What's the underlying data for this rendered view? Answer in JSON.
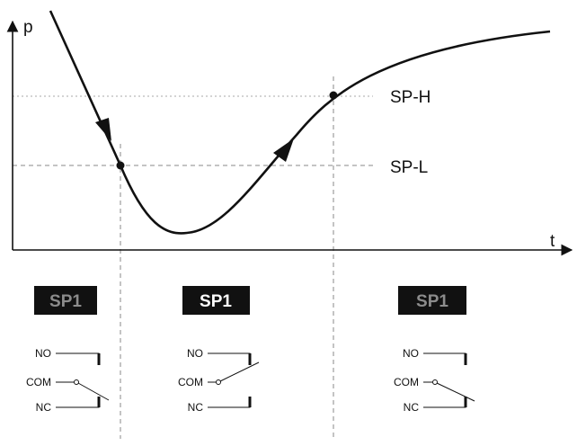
{
  "diagram": {
    "axes": {
      "y_label": "p",
      "x_label": "t"
    },
    "setpoints": {
      "high": "SP-H",
      "low": "SP-L"
    },
    "panels": [
      {
        "badge": "SP1",
        "badge_active": false,
        "switch": {
          "no": "NO",
          "com": "COM",
          "nc": "NC",
          "contact": "closed-to-NC"
        }
      },
      {
        "badge": "SP1",
        "badge_active": true,
        "switch": {
          "no": "NO",
          "com": "COM",
          "nc": "NC",
          "contact": "closed-to-NO"
        }
      },
      {
        "badge": "SP1",
        "badge_active": false,
        "switch": {
          "no": "NO",
          "com": "COM",
          "nc": "NC",
          "contact": "closed-to-NC"
        }
      }
    ],
    "colors": {
      "line": "#111111",
      "dashed": "#888888",
      "dotted": "#aaaaaa",
      "badge_bg": "#111111",
      "badge_text_active": "#ffffff",
      "badge_text_inactive": "#8c8c8c"
    }
  }
}
